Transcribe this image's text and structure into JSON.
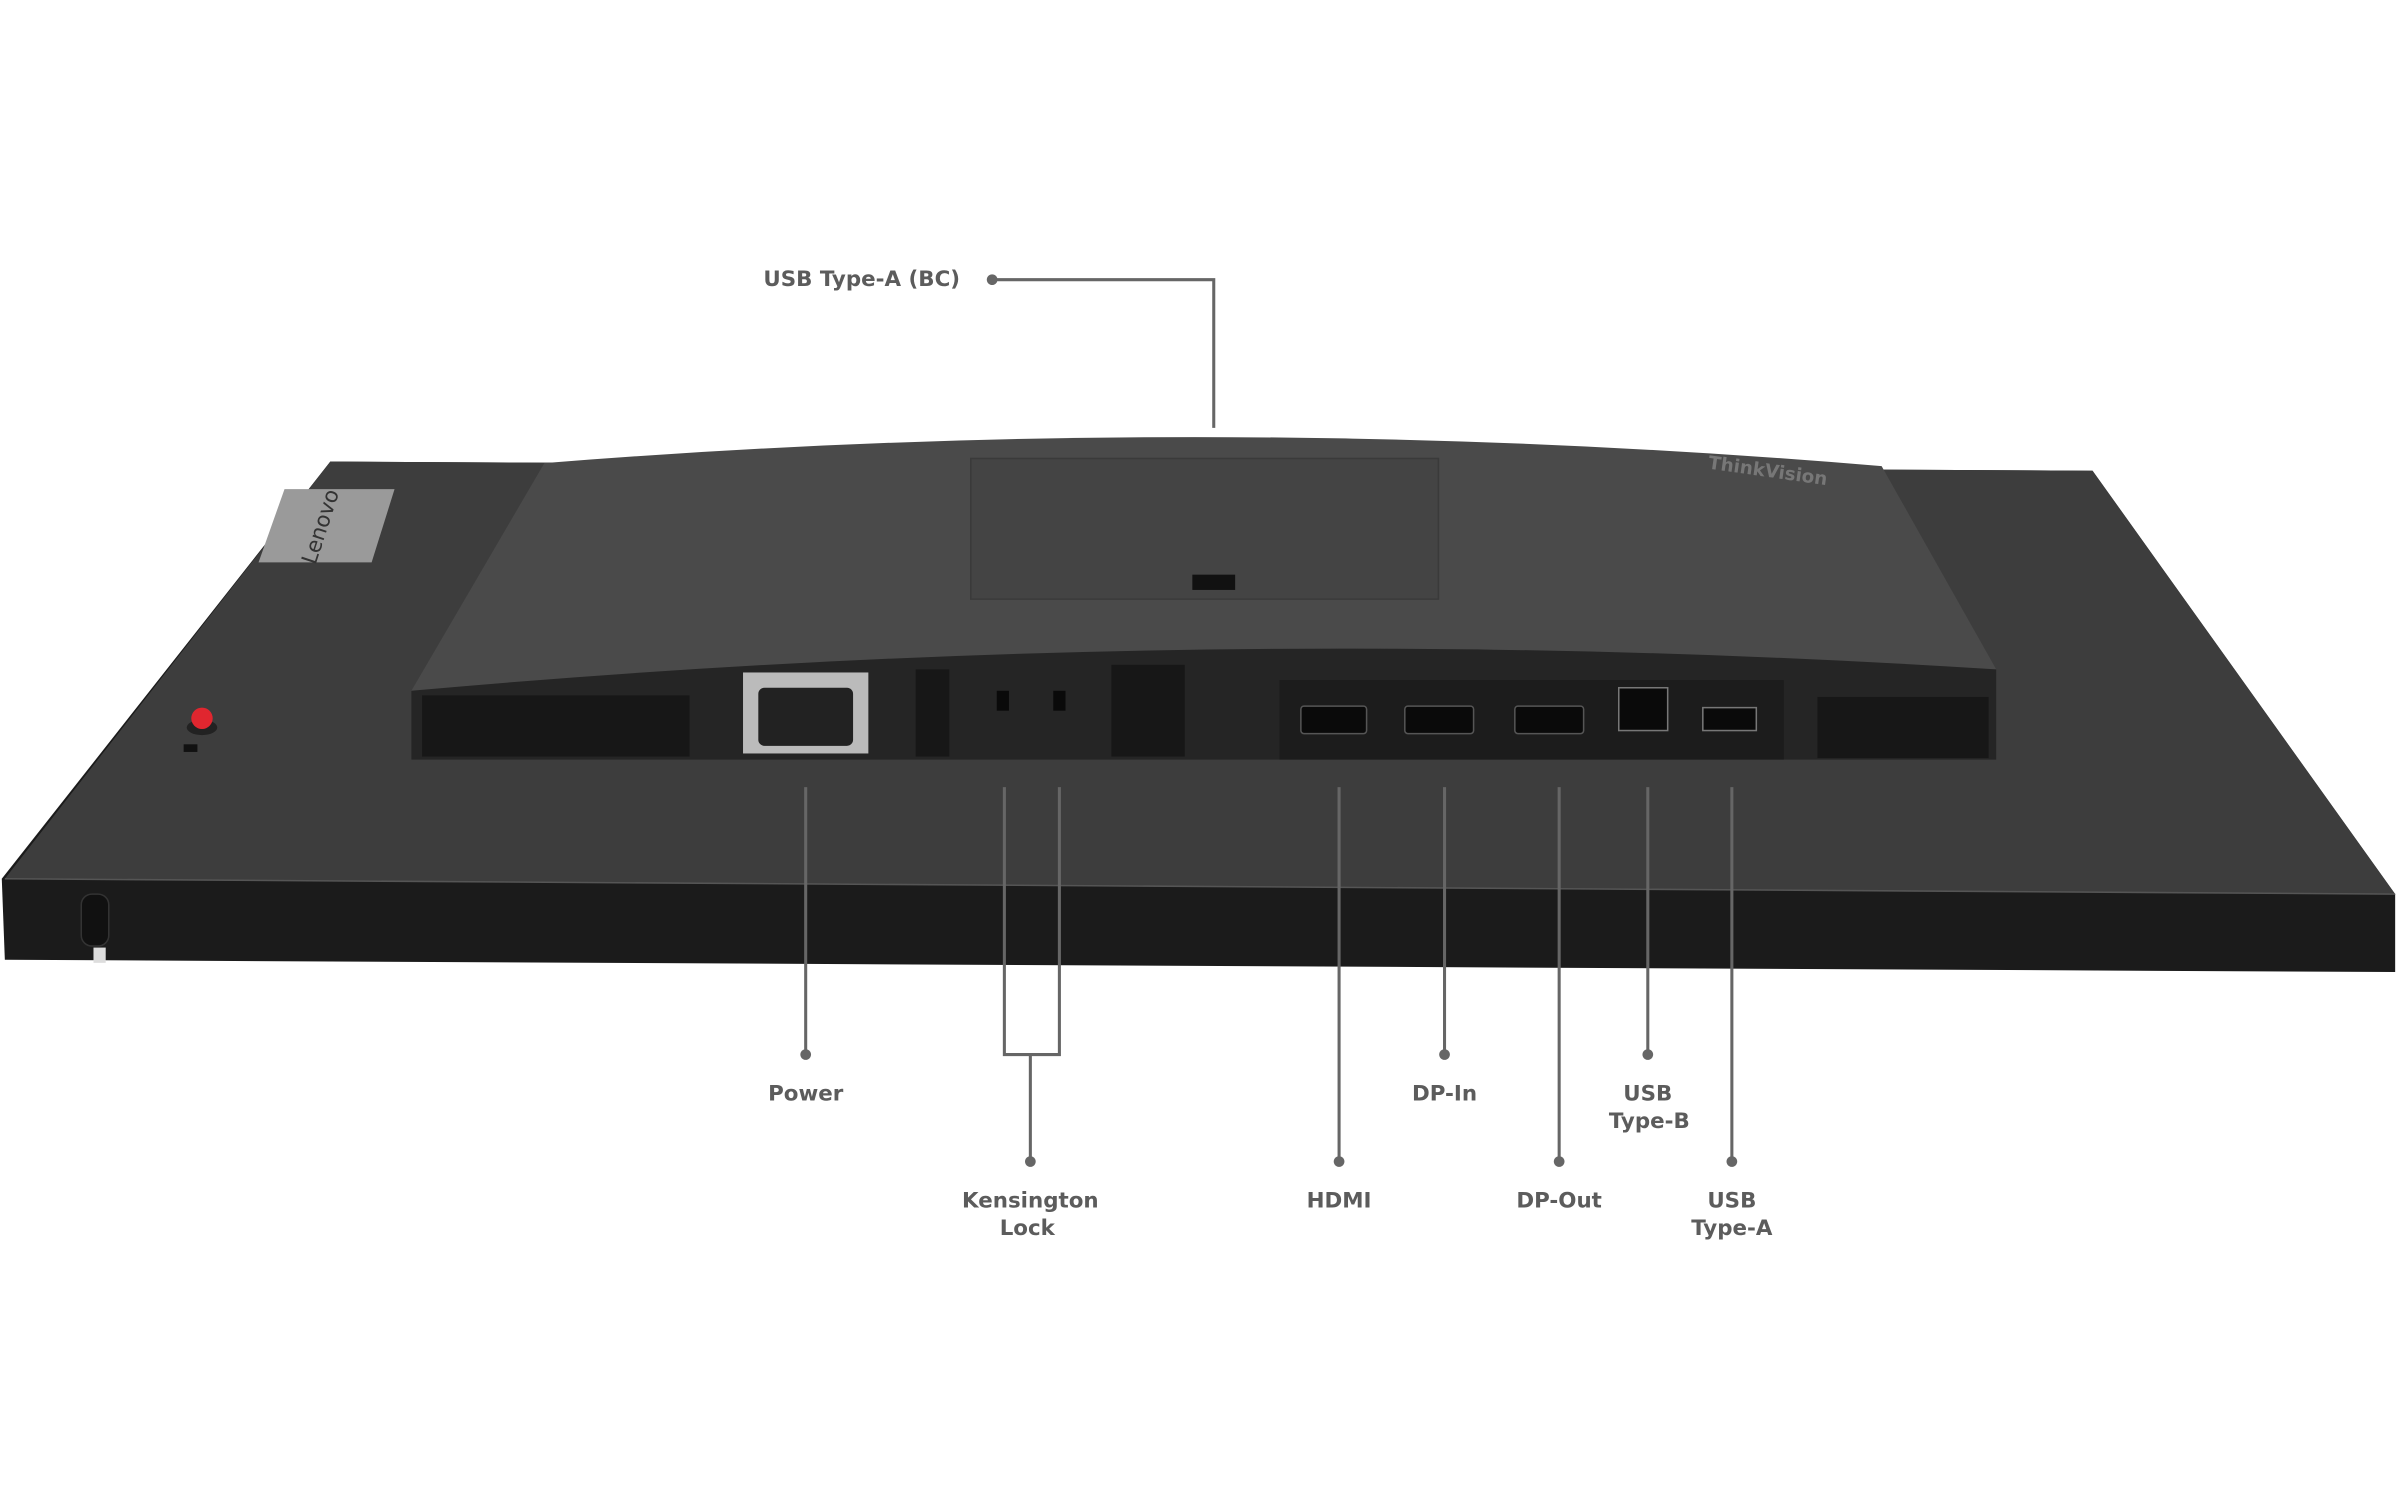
{
  "product": {
    "brand_badge": "Lenovo",
    "model_logo": "ThinkVision"
  },
  "callouts": {
    "usb_type_a_bc": "USB Type-A (BC)",
    "power": "Power",
    "kensington_line1": "Kensington",
    "kensington_line2": "Lock",
    "hdmi": "HDMI",
    "dp_in": "DP-In",
    "dp_out": "DP-Out",
    "usb_type_b_line1": "USB",
    "usb_type_b_line2": "Type-B",
    "usb_type_a_line1": "USB",
    "usb_type_a_line2": "Type-A"
  },
  "colors": {
    "leader": "#666666",
    "label": "#5c5c5c",
    "body": "#3a3a3a",
    "accent_button": "#e0262f"
  }
}
